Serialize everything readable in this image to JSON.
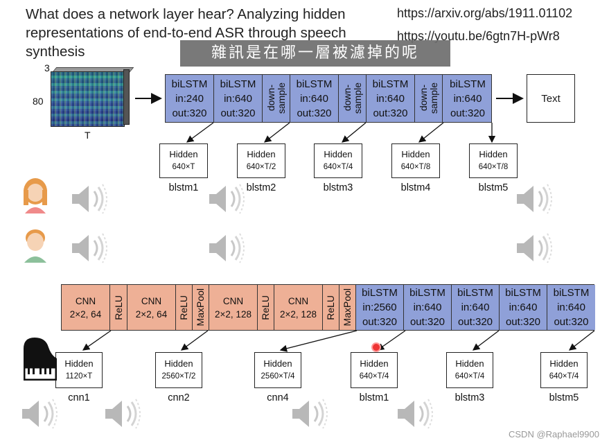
{
  "header": {
    "title": "What does a network layer hear? Analyzing hidden representations of end-to-end ASR through speech synthesis",
    "link_arxiv": "https://arxiv.org/abs/1911.01102",
    "link_youtube": "https://youtu.be/6gtn7H-pWr8"
  },
  "subtitle": "雜訊是在哪一層被濾掉的呢",
  "input": {
    "dim_channels": "3",
    "dim_freq": "80",
    "dim_time": "T"
  },
  "top_pipeline": {
    "cells": [
      {
        "label": "biLSTM\nin:240\nout:320",
        "vertical": false
      },
      {
        "label": "biLSTM\nin:640\nout:320",
        "vertical": false
      },
      {
        "label": "down-\nsample",
        "vertical": true
      },
      {
        "label": "biLSTM\nin:640\nout:320",
        "vertical": false
      },
      {
        "label": "down-\nsample",
        "vertical": true
      },
      {
        "label": "biLSTM\nin:640\nout:320",
        "vertical": false
      },
      {
        "label": "down-\nsample",
        "vertical": true
      },
      {
        "label": "biLSTM\nin:640\nout:320",
        "vertical": false
      }
    ],
    "output": "Text",
    "hidden": [
      {
        "title": "Hidden",
        "dim": "640×T",
        "name": "blstm1"
      },
      {
        "title": "Hidden",
        "dim": "640×T/2",
        "name": "blstm2"
      },
      {
        "title": "Hidden",
        "dim": "640×T/4",
        "name": "blstm3"
      },
      {
        "title": "Hidden",
        "dim": "640×T/8",
        "name": "blstm4"
      },
      {
        "title": "Hidden",
        "dim": "640×T/8",
        "name": "blstm5"
      }
    ]
  },
  "bottom_pipeline": {
    "cells": [
      {
        "label": "CNN\n2×2, 64",
        "vertical": false,
        "color": "orange"
      },
      {
        "label": "ReLU",
        "vertical": true,
        "color": "orange"
      },
      {
        "label": "CNN\n2×2, 64",
        "vertical": false,
        "color": "orange"
      },
      {
        "label": "ReLU",
        "vertical": true,
        "color": "orange"
      },
      {
        "label": "MaxPool",
        "vertical": true,
        "color": "orange"
      },
      {
        "label": "CNN\n2×2, 128",
        "vertical": false,
        "color": "orange"
      },
      {
        "label": "ReLU",
        "vertical": true,
        "color": "orange"
      },
      {
        "label": "CNN\n2×2, 128",
        "vertical": false,
        "color": "orange"
      },
      {
        "label": "ReLU",
        "vertical": true,
        "color": "orange"
      },
      {
        "label": "MaxPool",
        "vertical": true,
        "color": "orange"
      },
      {
        "label": "biLSTM\nin:2560\nout:320",
        "vertical": false,
        "color": "blue"
      },
      {
        "label": "biLSTM\nin:640\nout:320",
        "vertical": false,
        "color": "blue"
      },
      {
        "label": "biLSTM\nin:640\nout:320",
        "vertical": false,
        "color": "blue"
      },
      {
        "label": "biLSTM\nin:640\nout:320",
        "vertical": false,
        "color": "blue"
      },
      {
        "label": "biLSTM\nin:640\nout:320",
        "vertical": false,
        "color": "blue"
      }
    ],
    "hidden": [
      {
        "title": "Hidden",
        "dim": "1120×T",
        "name": "cnn1"
      },
      {
        "title": "Hidden",
        "dim": "2560×T/2",
        "name": "cnn2"
      },
      {
        "title": "Hidden",
        "dim": "2560×T/4",
        "name": "cnn4"
      },
      {
        "title": "Hidden",
        "dim": "640×T/4",
        "name": "blstm1"
      },
      {
        "title": "Hidden",
        "dim": "640×T/4",
        "name": "blstm3"
      },
      {
        "title": "Hidden",
        "dim": "640×T/4",
        "name": "blstm5"
      }
    ]
  },
  "icons": [
    "female-avatar-icon",
    "male-avatar-icon",
    "piano-icon",
    "speaker-icon"
  ],
  "colors": {
    "lstm": "#8fa0d8",
    "cnn": "#eeb096"
  },
  "watermark": "CSDN @Raphael9900"
}
